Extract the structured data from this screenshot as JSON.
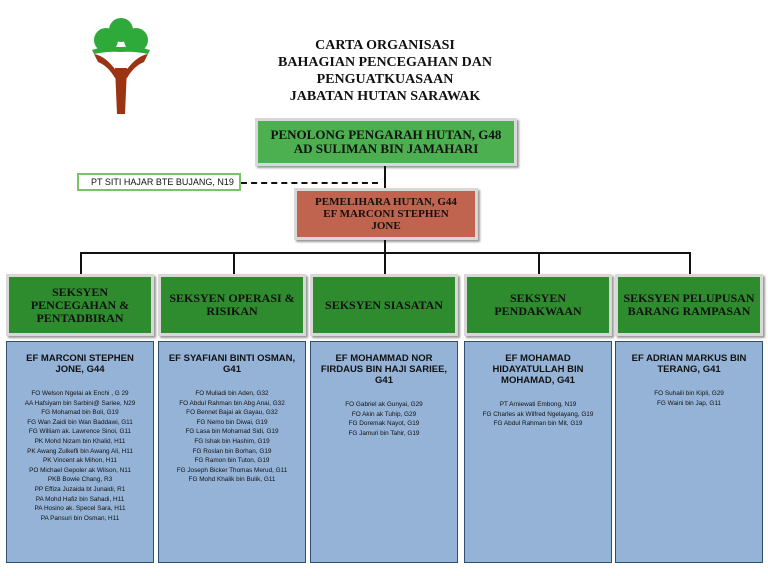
{
  "title": [
    "CARTA ORGANISASI",
    "BAHAGIAN PENCEGAHAN DAN",
    "PENGUATKUASAAN",
    "JABATAN HUTAN SARAWAK"
  ],
  "top": [
    "PENOLONG PENGARAH HUTAN, G48",
    "AD SULIMAN BIN JAMAHARI"
  ],
  "staff": "PT  SITI HAJAR BTE BUJANG, N19",
  "middle": [
    "PEMELIHARA HUTAN, G44",
    "EF MARCONI STEPHEN",
    "JONE"
  ],
  "colors": {
    "green_box": "#4caf50",
    "section": "#2e8b2e",
    "middle": "#c06450",
    "panel": "#95b3d7"
  },
  "sections": [
    {
      "title": "SEKSYEN PENCEGAHAN & PENTADBIRAN",
      "head": "EF MARCONI STEPHEN JONE, G44",
      "members": [
        "FO Welson Ngelai ak Enchi , G 29",
        "AA Hafsiyam bin Sarbini@ Sariee, N29",
        "FG Mohamad bin Boli, G19",
        "FG Wan Zaidi bin Wan Baddawi, G11",
        "FG William ak. Lawrence Sinoi, G11",
        "PK Mohd Nizam bin Khalid, H11",
        "PK Awang Zulkefli bin Awang Ali, H11",
        "PK Vincent ak Mihon, H11",
        "PO Michael Gepoler ak Wilson, N11",
        "PKB Bowie Chang, R3",
        "PP Effiza Juzaida bt Junaidi, R1",
        "PA Mohd Hafiz bin Sahadi, H11",
        "PA Hosino ak. Specel Sara, H11",
        "PA Pansuri bin Osman, H11"
      ]
    },
    {
      "title": "SEKSYEN OPERASI & RISIKAN",
      "head": "EF SYAFIANI BINTI OSMAN, G41",
      "members": [
        "FO Muliadi bin Aden, G32",
        "FO Abdul Rahman bin Abg Anai, G32",
        "FO Bennet Bajai ak Gayau, G32",
        "FG Nemo bin Diwai, G19",
        "FG Lasa bin Mohamad Sidi, G19",
        "FG Ishak bin Hashim, G19",
        "FG Roslan bin Borhan, G19",
        "FG Ramon bin Tuton, G19",
        "FG Joseph Bicker Thomas Merud, G11",
        "FG Mohd Khalik bin Bulik, G11"
      ]
    },
    {
      "title": "SEKSYEN SIASATAN",
      "head": "EF MOHAMMAD NOR FIRDAUS BIN HAJI SARIEE, G41",
      "members": [
        "FO Gabriel ak Gunyai, G29",
        "FO Akin ak Tuhip, G29",
        "FG Doremak Nayot, G19",
        "FG Jamuri bin Tahir, G19"
      ]
    },
    {
      "title": "SEKSYEN PENDAKWAAN",
      "head": "EF MOHAMAD HIDAYATULLAH BIN MOHAMAD, G41",
      "members": [
        "PT Arniewati Embong, N19",
        "FG Charles ak Wilfred Ngelayang, G19",
        "FG Abdul Rahman bin Mit, G19"
      ]
    },
    {
      "title": "SEKSYEN PELUPUSAN BARANG RAMPASAN",
      "head": "EF ADRIAN MARKUS BIN TERANG, G41",
      "members": [
        "FO Suhaili bin Kipli, G29",
        "FG Waini bin Jap, G11"
      ]
    }
  ]
}
